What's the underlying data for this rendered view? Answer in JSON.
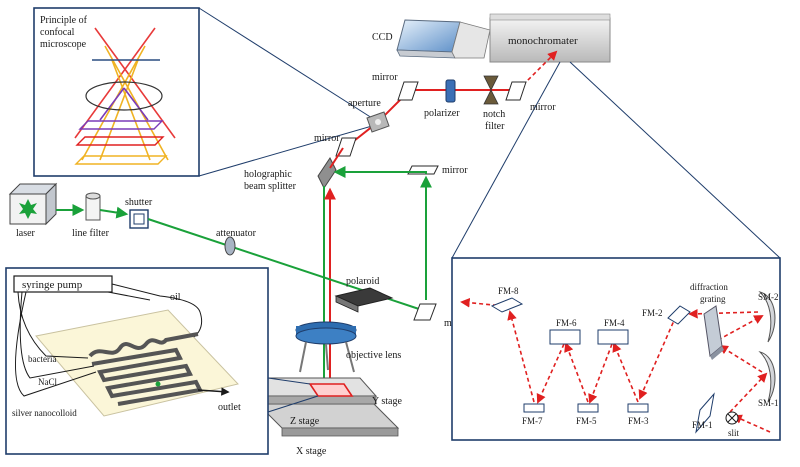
{
  "inset_confocal": {
    "title_line1": "Principle of",
    "title_line2": "confocal",
    "title_line3": "microscope"
  },
  "top": {
    "ccd": "CCD",
    "monochromater": "monochromater",
    "mirror_top_left": "mirror",
    "mirror_top_right": "mirror",
    "aperture": "aperture",
    "polarizer": "polarizer",
    "notch_filter_line1": "notch",
    "notch_filter_line2": "filter",
    "mirror_mid": "mirror",
    "mirror_right": "mirror",
    "beam_splitter_line1": "holographic",
    "beam_splitter_line2": "beam splitter"
  },
  "laser_path": {
    "laser": "laser",
    "line_filter": "line filter",
    "shutter": "shutter",
    "attenuator": "attenuator",
    "polaroid": "polaroid",
    "mirror_low": "mirror",
    "objective_lens": "objective lens"
  },
  "stage": {
    "y": "Y stage",
    "z": "Z stage",
    "x": "X stage"
  },
  "inset_chip": {
    "syringe_pump": "syringe pump",
    "oil": "oil",
    "bacteria": "bacteria",
    "nacl": "NaCl",
    "silver": "silver nanocolloid",
    "outlet": "outlet"
  },
  "inset_mono": {
    "fm8": "FM-8",
    "fm7": "FM-7",
    "fm6": "FM-6",
    "fm5": "FM-5",
    "fm4": "FM-4",
    "fm3": "FM-3",
    "fm2": "FM-2",
    "fm1": "FM-1",
    "grating_line1": "diffraction",
    "grating_line2": "grating",
    "sm2": "SM-2",
    "sm1": "SM-1",
    "slit": "slit"
  },
  "colors": {
    "frame": "#1f3d6b",
    "beam_red": "#e02020",
    "beam_green": "#1aa13a"
  }
}
